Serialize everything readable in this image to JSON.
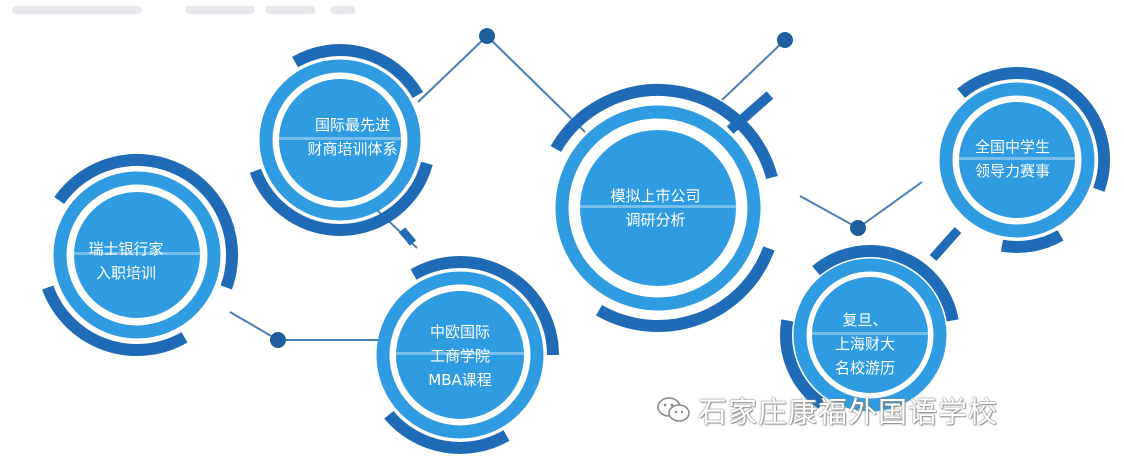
{
  "colors": {
    "dark_blue": "#1f6bb5",
    "light_blue": "#2f9be0",
    "line": "#4a7fb5",
    "dot": "#1f5f9e"
  },
  "nodes": [
    {
      "id": "swiss-banker",
      "lines": [
        "瑞士银行家",
        "入职培训"
      ]
    },
    {
      "id": "intl-finance",
      "lines": [
        "国际最先进",
        "财商培训体系"
      ]
    },
    {
      "id": "ceibs",
      "lines": [
        "中欧国际",
        "工商学院",
        "MBA课程"
      ]
    },
    {
      "id": "listed-company",
      "lines": [
        "模拟上市公司",
        "调研分析"
      ]
    },
    {
      "id": "student-leadership",
      "lines": [
        "全国中学生",
        "领导力赛事"
      ]
    },
    {
      "id": "fudan-sufe",
      "lines": [
        "复旦、",
        "上海财大",
        "名校游历"
      ]
    }
  ],
  "watermark": {
    "icon": "wechat-icon",
    "text": "石家庄康福外国语学校"
  }
}
